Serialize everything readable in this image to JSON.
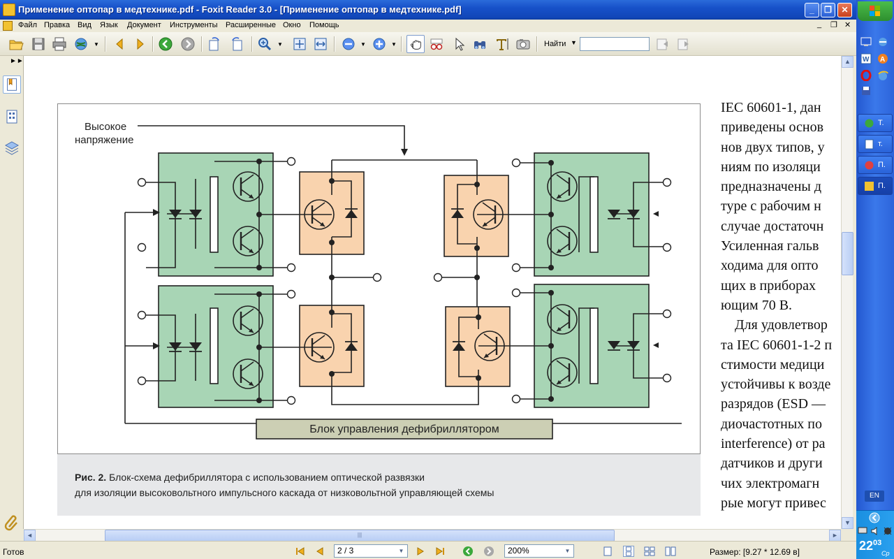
{
  "window": {
    "title": "Применение оптопар в медтехнике.pdf - Foxit Reader 3.0 - [Применение оптопар в медтехнике.pdf]",
    "minimize": "_",
    "maximize": "❐",
    "close": "✕"
  },
  "menu": {
    "items": [
      "Файл",
      "Правка",
      "Вид",
      "Язык",
      "Документ",
      "Инструменты",
      "Расширенные",
      "Окно",
      "Помощь"
    ],
    "mdi_min": "_",
    "mdi_restore": "❐",
    "mdi_close": "✕"
  },
  "toolbar": {
    "find_label": "Найти",
    "find_value": ""
  },
  "figure": {
    "high_voltage_label_1": "Высокое",
    "high_voltage_label_2": "напряжение",
    "control_block_label": "Блок управления дефибриллятором"
  },
  "caption": {
    "prefix": "Рис. 2.",
    "line1": " Блок-схема дефибриллятора с использованием оптической развязки",
    "line2": "для изоляции высоковольтного импульсного каскада от низковольтной управляющей схемы"
  },
  "body_text": {
    "lines": [
      "IEC 60601-1, дан",
      "приведены основ",
      "нов двух типов, у",
      "ниям по изоляци",
      "предназначены д",
      "туре с рабочим н",
      "случае достаточн",
      "Усиленная гальв",
      "ходима для опто",
      "щих в приборах",
      "ющим 70 В.",
      "Для удовлетвор",
      "та IEC 60601-1-2 п",
      "стимости медици",
      "устойчивы к возде",
      "разрядов (ESD —",
      "диочастотных по",
      "interference) от ра",
      "датчиков и други",
      "чих электромагн",
      "рые могут привес"
    ]
  },
  "statusbar": {
    "status": "Готов",
    "page": "2 / 3",
    "zoom": "200%",
    "size": "Размер: [9.27 * 12.69 в]"
  },
  "taskbar": {
    "tasks": [
      {
        "label": "Т."
      },
      {
        "label": "т."
      },
      {
        "label": "П."
      },
      {
        "label": "П."
      }
    ],
    "lang": "EN",
    "clock_hour": "22",
    "clock_min": "03",
    "clock_day": "Ср"
  },
  "colors": {
    "green_block": "#a8d5b5",
    "orange_block": "#f9d3ae",
    "control_block": "#cccfb4"
  }
}
